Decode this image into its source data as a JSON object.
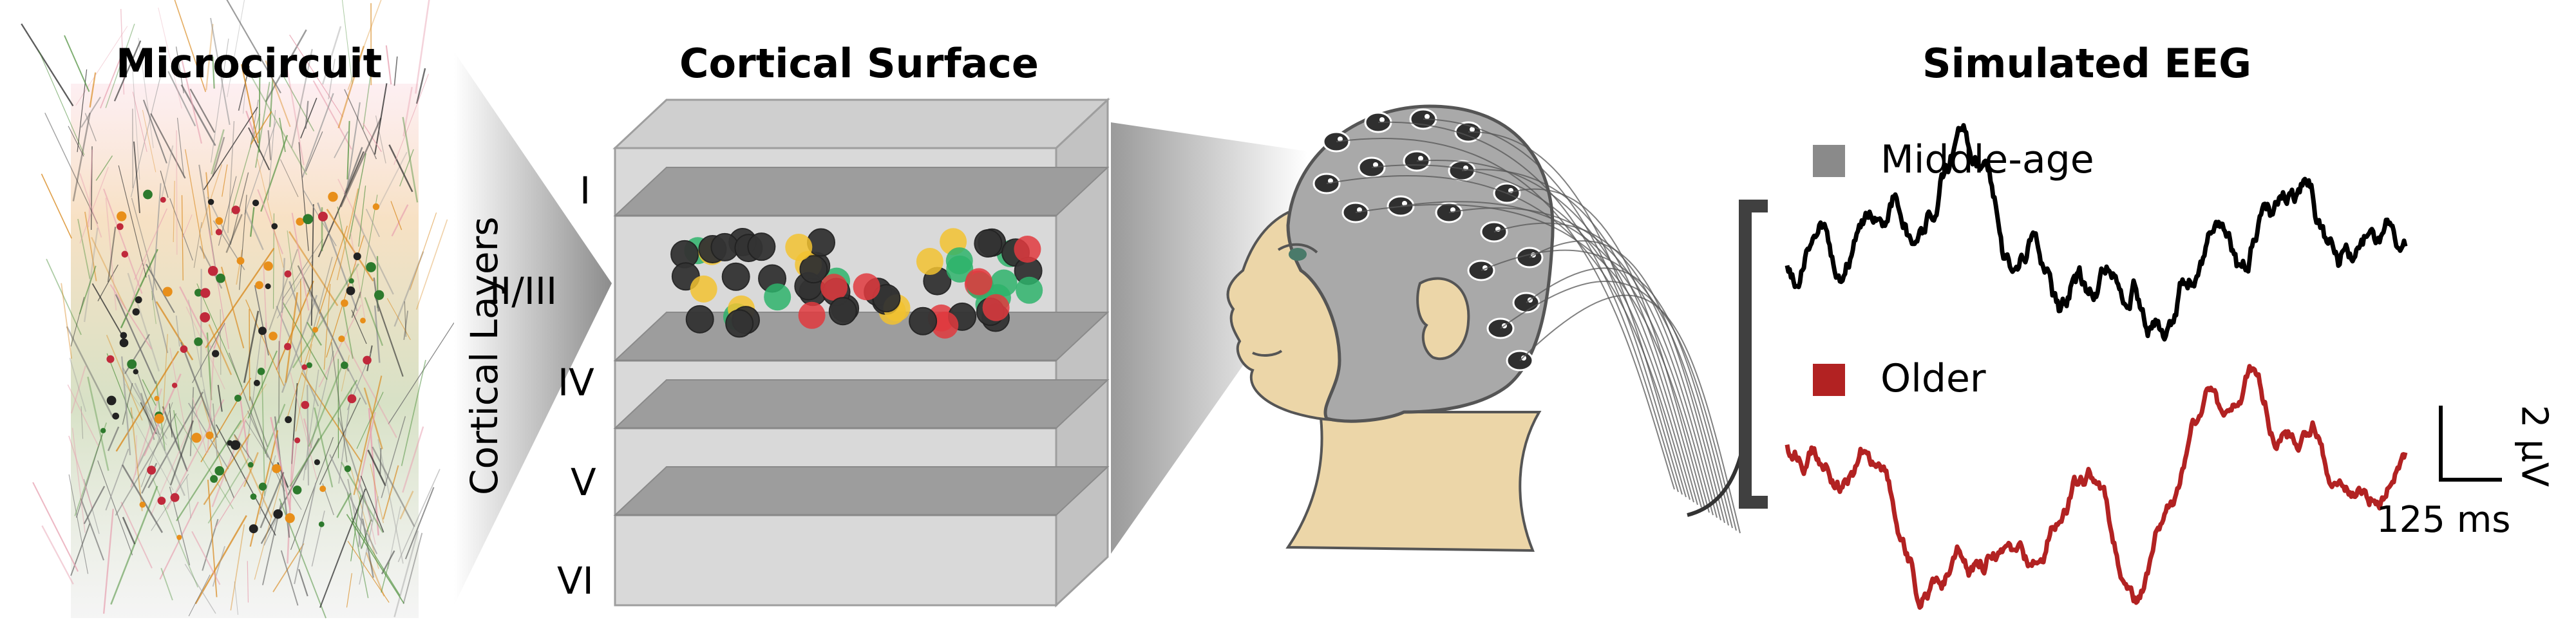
{
  "panels": {
    "microcircuit": {
      "title": "Microcircuit"
    },
    "cortical_surface": {
      "title": "Cortical Surface",
      "axis_label": "Cortical Layers",
      "layers": [
        "I",
        "II/III",
        "IV",
        "V",
        "VI"
      ]
    },
    "eeg": {
      "title": "Simulated EEG",
      "legend": [
        {
          "label": "Middle-age",
          "color": "#8a8a8a"
        },
        {
          "label": "Older",
          "color": "#b22222"
        }
      ],
      "scale_time": "125 ms",
      "scale_amp": "2 µV"
    }
  },
  "colors": {
    "trace_middle_age": "#000000",
    "trace_older": "#b22222",
    "neuron_black": "#333333",
    "neuron_red": "#e0393e",
    "neuron_green": "#2eb36b",
    "neuron_yellow": "#f2c230",
    "skin": "#ecd6a8",
    "cap": "#a9a9a9"
  }
}
